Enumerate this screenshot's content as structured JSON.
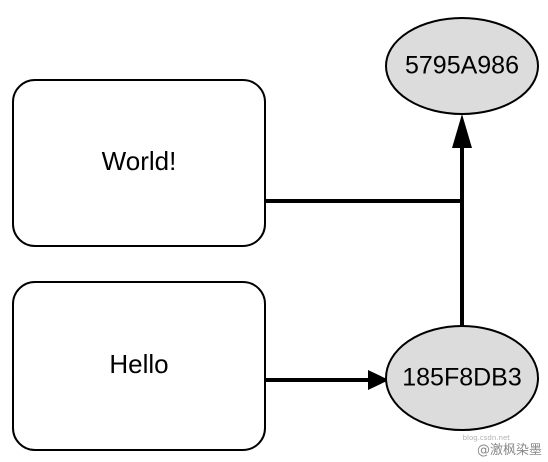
{
  "boxes": {
    "world": {
      "label": "World!"
    },
    "hello": {
      "label": "Hello"
    }
  },
  "hash_nodes": {
    "top": {
      "label": "5795A986"
    },
    "bottom": {
      "label": "185F8DB3"
    }
  },
  "colors": {
    "stroke": "#000000",
    "box_fill": "#ffffff",
    "node_fill": "#dcdcdc"
  },
  "watermark": {
    "text": "@激枫染墨",
    "subtext": "blog.csdn.net"
  }
}
